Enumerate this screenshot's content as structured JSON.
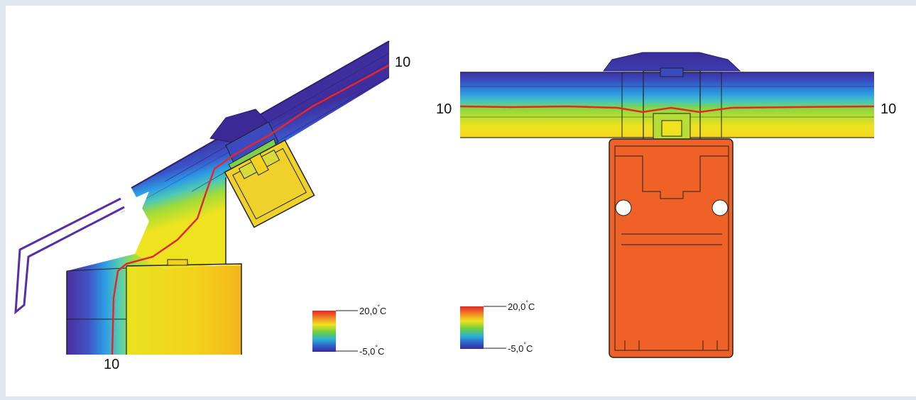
{
  "left_diagram": {
    "isotherm_labels": [
      "10",
      "10"
    ]
  },
  "right_diagram": {
    "isotherm_labels": [
      "10",
      "10"
    ]
  },
  "legends": [
    {
      "max_value": "20,0",
      "min_value": "-5,0",
      "degree": "°",
      "unit": "C"
    },
    {
      "max_value": "20,0",
      "min_value": "-5,0",
      "degree": "°",
      "unit": "C"
    }
  ],
  "colors": {
    "cold": "#3c2a9a",
    "mid_blue": "#2a8fe0",
    "green": "#7ccf3e",
    "yellow": "#f0e21e",
    "warm": "#f6a21e",
    "hot": "#ef6227",
    "isotherm_line": "#e5262b"
  }
}
